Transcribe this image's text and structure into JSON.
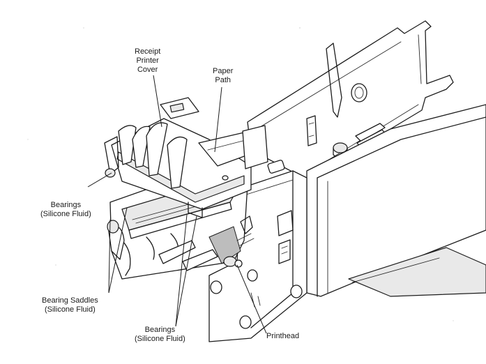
{
  "labels": {
    "receipt_cover": [
      "Receipt",
      "Printer",
      "Cover"
    ],
    "paper_path": [
      "Paper",
      "Path"
    ],
    "bearings_left": [
      "Bearings",
      "(Silicone Fluid)"
    ],
    "bearing_saddles": [
      "Bearing Saddles",
      "(Silicone Fluid)"
    ],
    "bearings_bottom": [
      "Bearings",
      "(Silicone Fluid)"
    ],
    "printhead": "Printhead"
  }
}
